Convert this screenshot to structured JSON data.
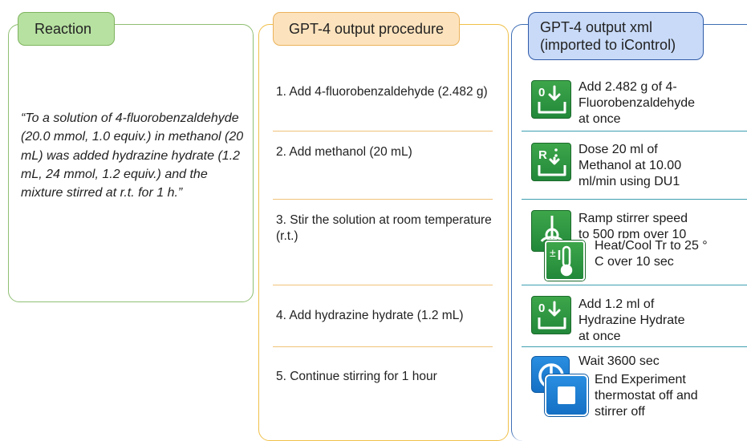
{
  "headers": {
    "reaction": "Reaction",
    "procedure": "GPT-4 output procedure",
    "xml_line1": "GPT-4 output xml",
    "xml_line2": "(imported to iControl)"
  },
  "reaction_text": "“To a solution of 4-fluorobenzaldehyde (20.0 mmol, 1.0 equiv.) in methanol (20 mL) was added hydrazine hydrate (1.2 mL, 24 mmol, 1.2 equiv.) and the mixture stirred at r.t. for 1 h.”",
  "procedure_steps": [
    "1.  Add 4-fluorobenzaldehyde (2.482 g)",
    "2.  Add methanol (20 mL)",
    "3.  Stir the solution at room temperature (r.t.)",
    "4.  Add hydrazine hydrate (1.2 mL)",
    "5.  Continue stirring for 1 hour"
  ],
  "xml_items": {
    "add_fluoro": [
      "Add 2.482 g of 4-",
      "Fluorobenzaldehyde",
      "at once"
    ],
    "dose_methanol": [
      "Dose 20 ml of",
      "Methanol at 10.00",
      "ml/min using DU1"
    ],
    "ramp_stirrer": [
      "Ramp stirrer speed",
      "to 500 rpm over 10"
    ],
    "heat_cool": [
      "Heat/Cool Tr to 25 °",
      "C over 10 sec"
    ],
    "add_hydrazine": [
      "Add 1.2 ml of",
      "Hydrazine Hydrate",
      "at once"
    ],
    "wait": [
      "Wait 3600 sec"
    ],
    "end_experiment": [
      "End Experiment",
      "thermostat off and",
      "stirrer off"
    ]
  },
  "icons": {
    "add": "add-solid-icon",
    "dose": "dose-liquid-icon",
    "stirrer": "stirrer-icon",
    "thermo": "thermometer-icon",
    "wait": "timer-icon",
    "end": "stop-icon"
  },
  "colors": {
    "reaction_border": "#8fbf73",
    "reaction_tag": "#b7e1a1",
    "procedure_border": "#f0c04a",
    "procedure_tag": "#fde3bd",
    "xml_border": "#3f6fb5",
    "xml_tag": "#c8daf8",
    "icon_green": "#2e9a44",
    "icon_blue": "#1f82d6"
  }
}
